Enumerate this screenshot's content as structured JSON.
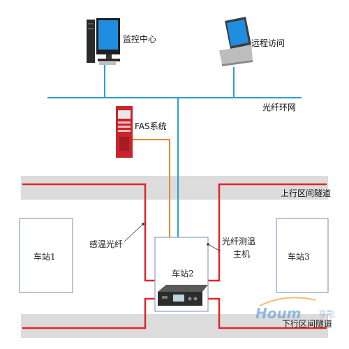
{
  "labels": {
    "monitor_center": "监控中心",
    "remote_access": "远程访问",
    "fiber_ring": "光纤环网",
    "fas_system": "FAS系统",
    "up_tunnel": "上行区间隧道",
    "down_tunnel": "下行区间隧道",
    "sensing_fiber": "感温光纤",
    "host_line1": "光纤测温",
    "host_line2": "主机",
    "station1": "车站1",
    "station2": "车站2",
    "station3": "车站3"
  },
  "watermark": {
    "brand": "Houm",
    "suffix": "享能"
  },
  "colors": {
    "network_line": "#2a9fd0",
    "sensing_fiber": "#e0252b",
    "fas_link": "#e8872c",
    "tunnel_band": "#dcdcdc",
    "fas_panel": "#c8242b"
  }
}
